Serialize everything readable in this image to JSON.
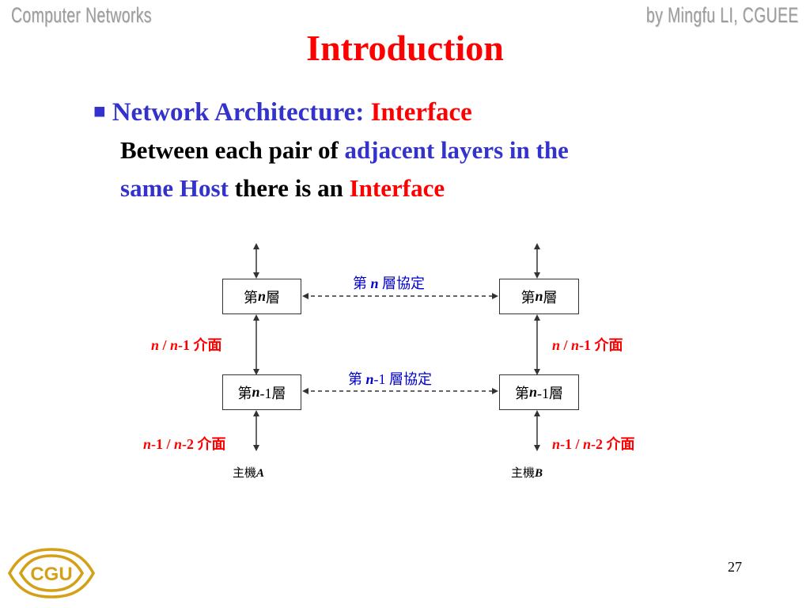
{
  "header": {
    "left": "Computer Networks",
    "right": "by Mingfu LI, CGUEE"
  },
  "title": "Introduction",
  "bullet": {
    "heading_prefix": "Network Architecture: ",
    "heading_highlight": "Interface",
    "line2_black": "Between each pair of ",
    "line2_blue": "adjacent layers in the",
    "line3_blue": "same Host",
    "line3_black": " there is an ",
    "line3_red": "Interface"
  },
  "diagram": {
    "layer_n": {
      "prefix": "第",
      "italic": "n",
      "suffix": "層"
    },
    "layer_n1": {
      "prefix": "第",
      "italic": "n",
      "suffix": "-1層"
    },
    "protocol_n": {
      "prefix": "第 ",
      "italic": "n",
      "suffix": " 層協定"
    },
    "protocol_n1": {
      "prefix": "第 ",
      "italic": "n",
      "suffix": "-1 層協定"
    },
    "interface_upper": {
      "i1": "n",
      "mid": " / ",
      "i2": "n",
      "suffix": "-1 介面"
    },
    "interface_lower": {
      "i1": "n",
      "mid": "-1 / ",
      "i2": "n",
      "suffix": "-2 介面"
    },
    "host_a": {
      "prefix": "主機",
      "italic": "A"
    },
    "host_b": {
      "prefix": "主機",
      "italic": "B"
    }
  },
  "colors": {
    "title": "#ff0000",
    "accent_blue": "#3333cc",
    "header_gray": "#9c9c9c",
    "logo_gold": "#d4a017"
  },
  "logo": {
    "text": "CGU"
  },
  "page_number": "27"
}
